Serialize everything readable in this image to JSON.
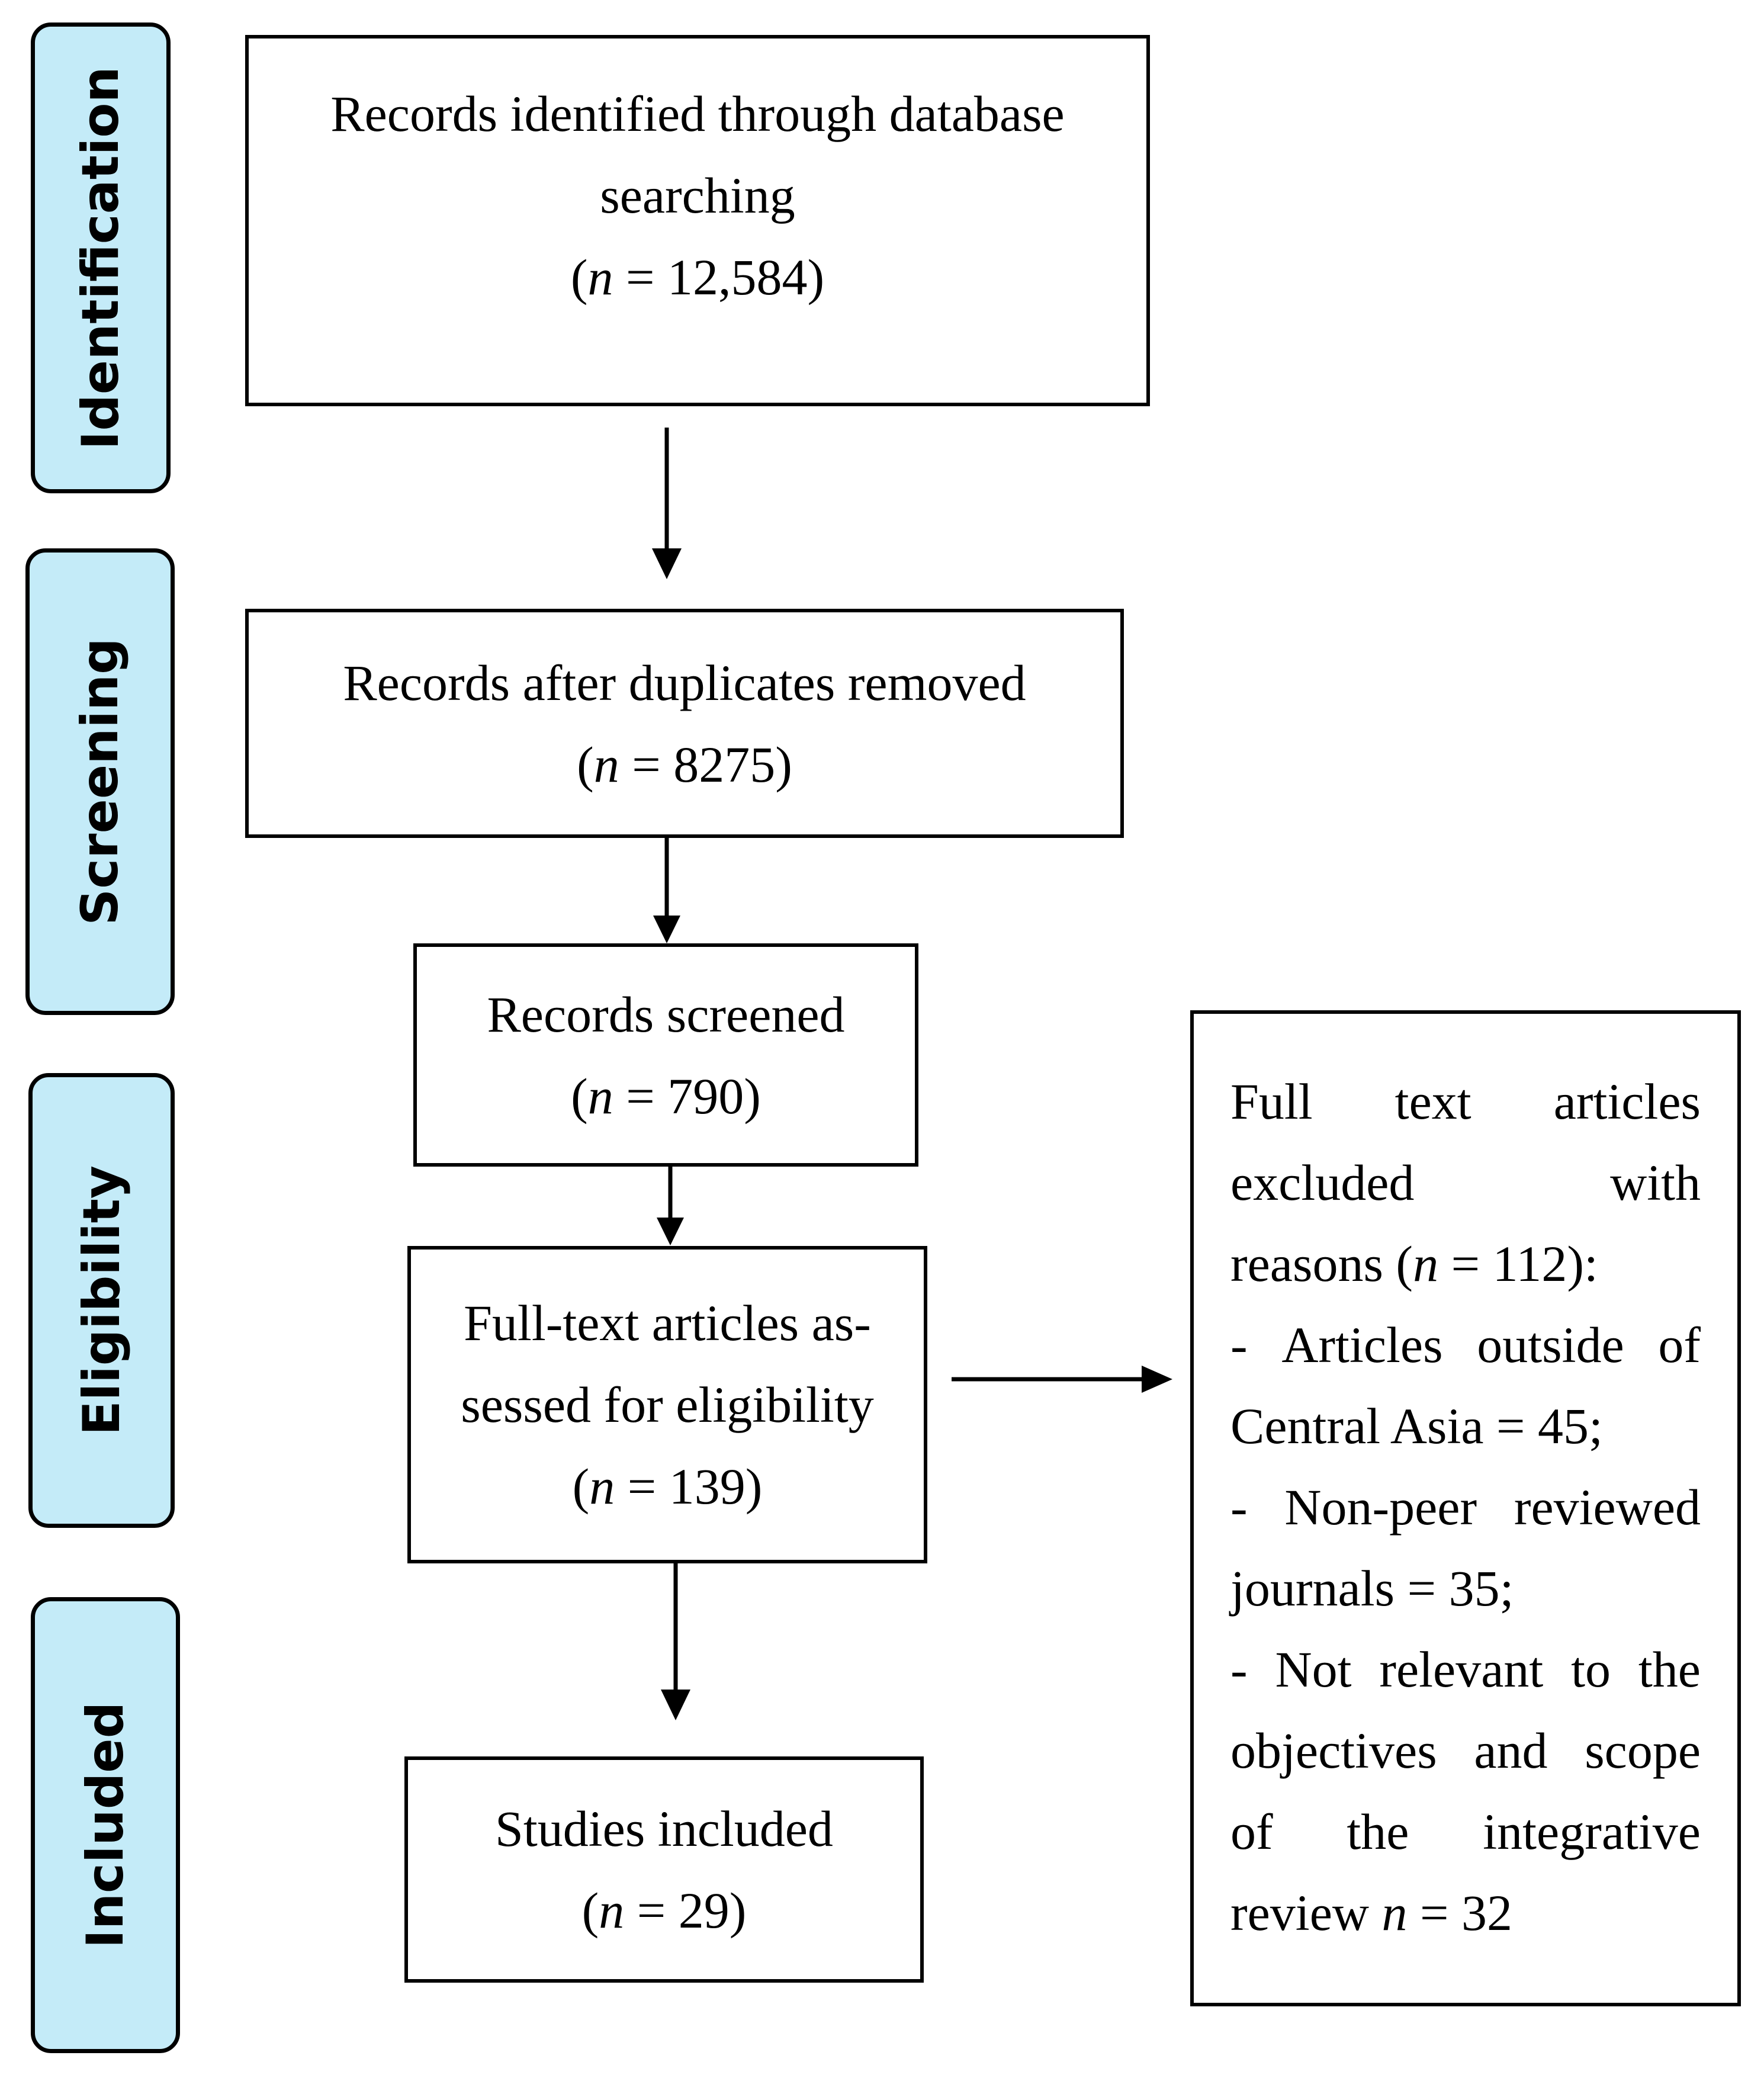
{
  "phases": {
    "identification": "Identification",
    "screening": "Screening",
    "eligibility": "Eligibility",
    "included": "Included"
  },
  "boxes": {
    "identified": {
      "line1": "Records identified through database",
      "line2": "searching",
      "n_pre": "(",
      "n": "n",
      "n_post": " = 12,584)"
    },
    "deduplicated": {
      "line1": "Records after duplicates removed",
      "n_pre": "(",
      "n": "n",
      "n_post": " = 8275)"
    },
    "screened": {
      "line1": "Records screened",
      "n_pre": "(",
      "n": "n",
      "n_post": " = 790)"
    },
    "fulltext": {
      "line1": "Full-text articles as-",
      "line2": "sessed for eligibility",
      "n_pre": "(",
      "n": "n",
      "n_post": " = 139)"
    },
    "included": {
      "line1": "Studies included",
      "n_pre": "(",
      "n": "n",
      "n_post": " = 29)"
    }
  },
  "exclusions": {
    "r1": [
      "Full",
      "text",
      "articles"
    ],
    "r2": [
      "excluded",
      "with"
    ],
    "r3_pre": "reasons (",
    "r3_n": "n",
    "r3_post": " = 112):",
    "r4": [
      "-",
      "Articles",
      "outside",
      "of"
    ],
    "r5": "Central Asia = 45;",
    "r6": [
      "-",
      "Non-peer",
      "reviewed"
    ],
    "r7": "journals = 35;",
    "r8": [
      "-",
      "Not",
      "relevant",
      "to",
      "the"
    ],
    "r9": [
      "objectives",
      "and",
      "scope"
    ],
    "r10": [
      "of",
      "the",
      "integrative"
    ],
    "r11_pre": "review ",
    "r11_n": "n",
    "r11_post": " = 32"
  },
  "colors": {
    "phase_fill": "#c4ebf8",
    "stroke": "#000000"
  }
}
